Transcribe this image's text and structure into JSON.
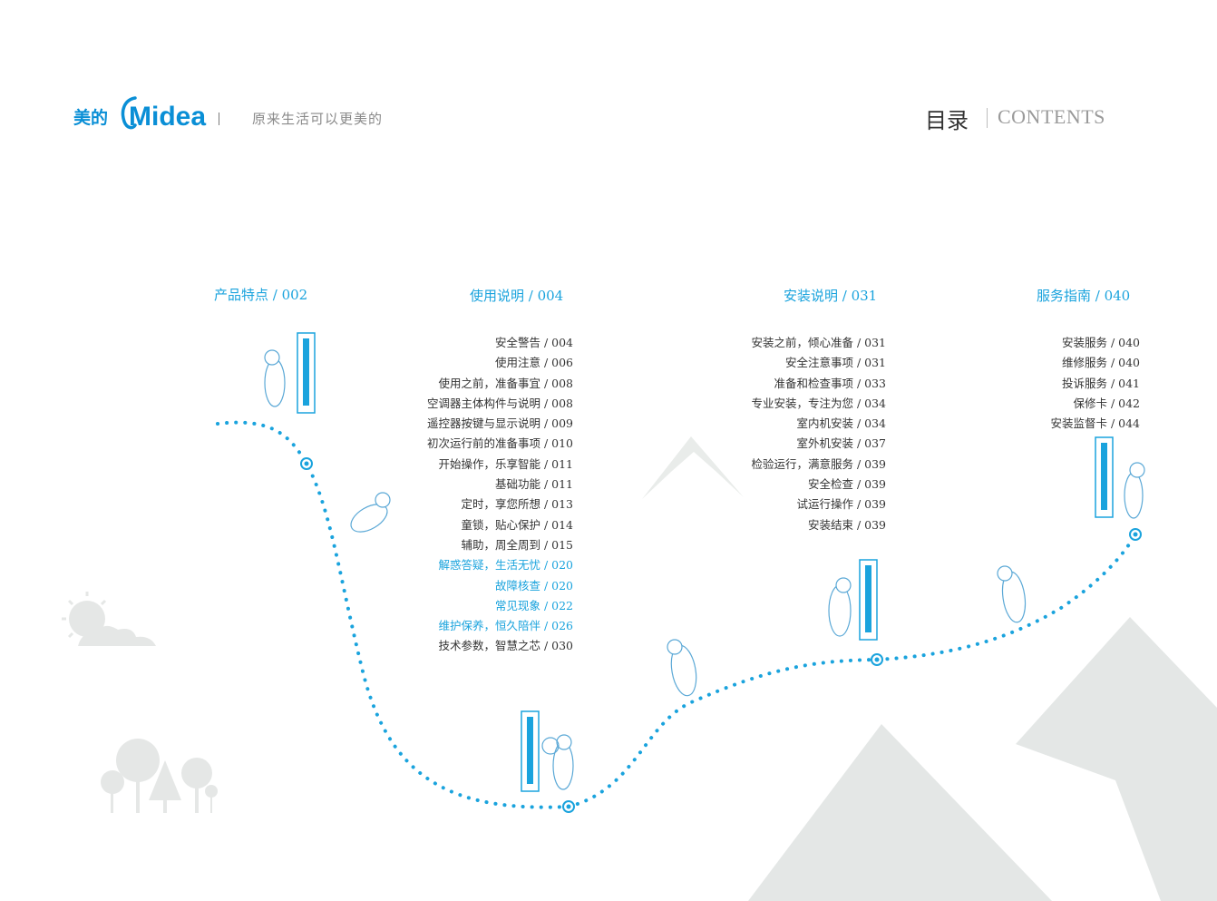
{
  "header": {
    "brand_cn": "美的",
    "brand_en": "Midea",
    "slogan": "原来生活可以更美的",
    "toc_title": "目录",
    "toc_subtitle": "CONTENTS"
  },
  "colors": {
    "brand_blue": "#0a8fd6",
    "accent_blue": "#1aa3dd",
    "text_dark": "#333333",
    "scenery_gray": "#e3e6e5"
  },
  "sections": [
    {
      "title": "产品特点 / 002",
      "items": []
    },
    {
      "title": "使用说明 / 004",
      "items": [
        {
          "text": "安全警告 / 004",
          "highlight": false
        },
        {
          "text": "使用注意 / 006",
          "highlight": false
        },
        {
          "text": "使用之前，准备事宜 / 008",
          "highlight": false
        },
        {
          "text": "空调器主体构件与说明 / 008",
          "highlight": false
        },
        {
          "text": "遥控器按键与显示说明 / 009",
          "highlight": false
        },
        {
          "text": "初次运行前的准备事项 / 010",
          "highlight": false
        },
        {
          "text": "开始操作，乐享智能 / 011",
          "highlight": false
        },
        {
          "text": "基础功能 / 011",
          "highlight": false
        },
        {
          "text": "定时，享您所想 / 013",
          "highlight": false
        },
        {
          "text": "童锁，贴心保护 / 014",
          "highlight": false
        },
        {
          "text": "辅助，周全周到 / 015",
          "highlight": false
        },
        {
          "text": "解惑答疑，生活无忧 / 020",
          "highlight": true
        },
        {
          "text": "故障核查 / 020",
          "highlight": true
        },
        {
          "text": "常见现象 / 022",
          "highlight": true
        },
        {
          "text": "维护保养，恒久陪伴 / 026",
          "highlight": true
        },
        {
          "text": "技术参数，智慧之芯 / 030",
          "highlight": false
        }
      ]
    },
    {
      "title": "安装说明 / 031",
      "items": [
        {
          "text": "安装之前，倾心准备 / 031",
          "highlight": false
        },
        {
          "text": "安全注意事项 / 031",
          "highlight": false
        },
        {
          "text": "准备和检查事项 / 033",
          "highlight": false
        },
        {
          "text": "专业安装，专注为您 / 034",
          "highlight": false
        },
        {
          "text": "室内机安装 / 034",
          "highlight": false
        },
        {
          "text": "室外机安装 / 037",
          "highlight": false
        },
        {
          "text": "检验运行，满意服务 / 039",
          "highlight": false
        },
        {
          "text": "安全检查 / 039",
          "highlight": false
        },
        {
          "text": "试运行操作 / 039",
          "highlight": false
        },
        {
          "text": "安装结束 / 039",
          "highlight": false
        }
      ]
    },
    {
      "title": "服务指南 / 040",
      "items": [
        {
          "text": "安装服务 / 040",
          "highlight": false
        },
        {
          "text": "维修服务 / 040",
          "highlight": false
        },
        {
          "text": "投诉服务 / 041",
          "highlight": false
        },
        {
          "text": "保修卡 / 042",
          "highlight": false
        },
        {
          "text": "安装监督卡 / 044",
          "highlight": false
        }
      ]
    }
  ]
}
